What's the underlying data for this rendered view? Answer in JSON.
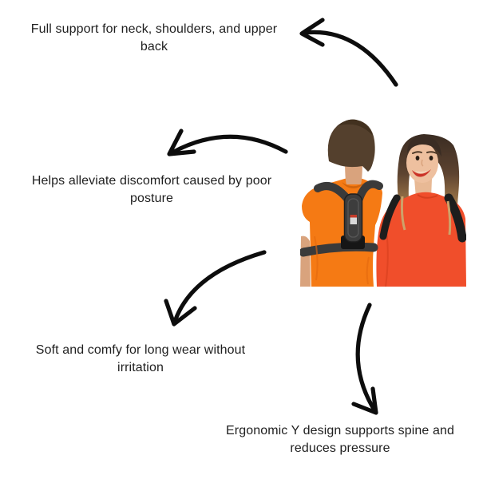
{
  "style": {
    "canvas_bg": "#ffffff",
    "text_color": "#1f1f1f",
    "arrow_color": "#0d0d0d",
    "man_shirt": "#f57a14",
    "woman_sweater": "#f04e2b",
    "harness_dark": "#3a3a3a",
    "harness_pad": "#3d3d3d",
    "strap_black": "#1d1d1d"
  },
  "callouts": [
    {
      "id": "neck-shoulder-support",
      "text": "Full support for neck, shoulders, and upper back",
      "lines": [
        "Full support for neck, shoulders, and upper",
        "back"
      ]
    },
    {
      "id": "discomfort-relief",
      "text": "Helps alleviate discomfort caused by poor posture",
      "lines": [
        "Helps alleviate discomfort caused by poor",
        "posture"
      ]
    },
    {
      "id": "soft-comfy",
      "text": "Soft and comfy for long wear without irritation",
      "lines": [
        "Soft and comfy for long wear without",
        "irritation"
      ]
    },
    {
      "id": "ergonomic-y-design",
      "text": "Ergonomic Y design supports spine and reduces pressure",
      "lines": [
        "Ergonomic Y design supports spine and",
        "reduces pressure"
      ]
    }
  ],
  "photo": {
    "description": "Back view of a man in an orange t-shirt wearing a black Y-shaped posture corrector with back pad and chest belt, beside a smiling woman in a red-orange sweater with black shoulder straps"
  }
}
